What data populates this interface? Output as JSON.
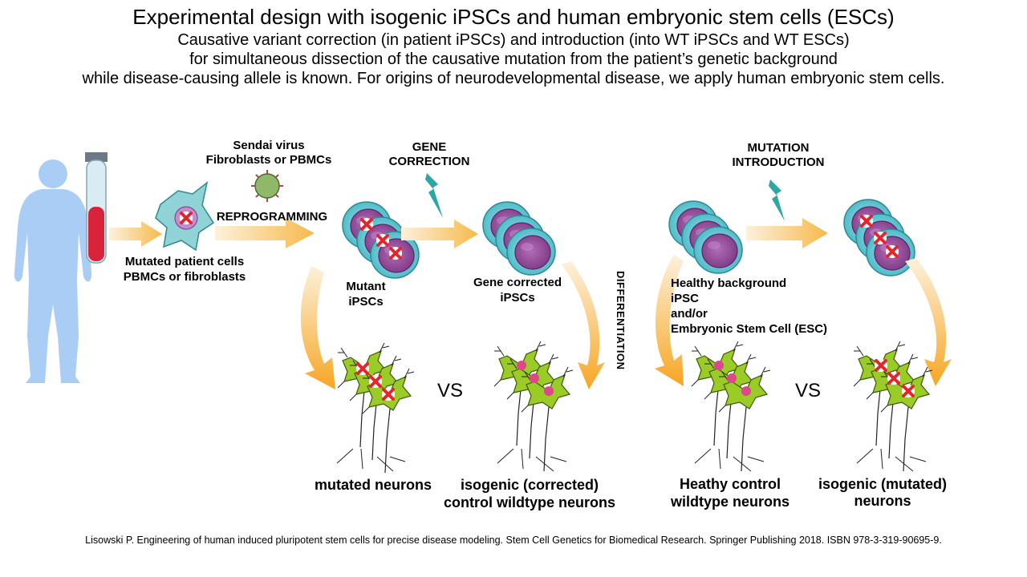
{
  "title": "Experimental design with isogenic iPSCs and human embryonic stem cells (ESCs)",
  "subtitle": [
    "Causative variant correction (in patient iPSCs) and introduction (into WT iPSCs and WT ESCs)",
    "for simultaneous dissection of the causative mutation from the patient’s genetic background",
    "while disease-causing allele is known. For origins of neurodevelopmental disease, we apply human embryonic stem cells."
  ],
  "labels": {
    "sendai": "Sendai virus",
    "fibro_pbmc": "Fibroblasts or PBMCs",
    "reprogramming": "REPROGRAMMING",
    "gene_correction_1": "GENE",
    "gene_correction_2": "CORRECTION",
    "mutation_intro_1": "MUTATION",
    "mutation_intro_2": "INTRODUCTION",
    "patient_cells_1": "Mutated patient cells",
    "patient_cells_2": "PBMCs or fibroblasts",
    "mutant_ipsc_1": "Mutant",
    "mutant_ipsc_2": "iPSCs",
    "corrected_ipsc_1": "Gene corrected",
    "corrected_ipsc_2": "iPSCs",
    "differentiation": "DIFFERENTIATION",
    "healthy_1": "Healthy background",
    "healthy_2": "iPSC",
    "healthy_3": "and/or",
    "healthy_4": "Embryonic Stem Cell (ESC)",
    "vs_1": "VS",
    "vs_2": "VS",
    "mutated_neurons": "mutated neurons",
    "iso_corrected_1": "isogenic (corrected)",
    "iso_corrected_2": "control wildtype neurons",
    "healthy_control_1": "Heathy control",
    "healthy_control_2": "wildtype neurons",
    "iso_mutated_1": "isogenic (mutated)",
    "iso_mutated_2": "neurons"
  },
  "citation": "Lisowski P. Engineering of human induced pluripotent  stem cells for precise disease modeling. Stem Cell Genetics for Biomedical Research. Springer Publishing 2018. ISBN 978-3-319-90695-9.",
  "colors": {
    "body": "#a9cdf4",
    "arrow": "#f6b94a",
    "cell_outer": "#7fd1d9",
    "cell_inner": "#9b4fa0",
    "neuron": "#9acb27",
    "mark": "#e3262c",
    "bolt": "#2ea6a3"
  }
}
